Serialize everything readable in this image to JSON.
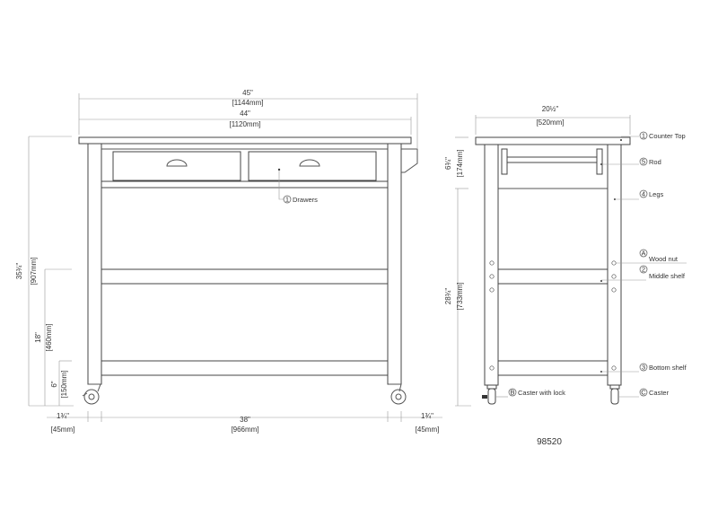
{
  "front_view": {
    "dims": {
      "overall_width": {
        "in": "45\"",
        "mm": "[1144mm]"
      },
      "top_width": {
        "in": "44\"",
        "mm": "[1120mm]"
      },
      "overall_height": {
        "in": "35¾\"",
        "mm": "[907mm]"
      },
      "middle_shelf_height": {
        "in": "18\"",
        "mm": "[460mm]"
      },
      "bottom_shelf_height": {
        "in": "6\"",
        "mm": "[150mm]"
      },
      "left_leg": {
        "in": "1¾\"",
        "mm": "[45mm]"
      },
      "inner_width": {
        "in": "38\"",
        "mm": "[966mm]"
      },
      "right_leg": {
        "in": "1¾\"",
        "mm": "[45mm]"
      }
    },
    "callouts": [
      {
        "marker": "1",
        "label": "Drawers"
      }
    ]
  },
  "side_view": {
    "dims": {
      "depth": {
        "in": "20½\"",
        "mm": "[520mm]"
      },
      "drawer_height": {
        "in": "6¾\"",
        "mm": "[174mm]"
      },
      "lower_height": {
        "in": "28¾\"",
        "mm": "[733mm]"
      }
    },
    "callouts": [
      {
        "marker": "1",
        "label": "Counter Top"
      },
      {
        "marker": "5",
        "label": "Rod"
      },
      {
        "marker": "4",
        "label": "Legs"
      },
      {
        "marker": "A",
        "label": "Wood nut"
      },
      {
        "marker": "2",
        "label": "Middle shelf"
      },
      {
        "marker": "3",
        "label": "Bottom shelf"
      },
      {
        "marker": "B",
        "label": "Caster with lock"
      },
      {
        "marker": "C",
        "label": "Caster"
      }
    ]
  },
  "model_number": "98520"
}
